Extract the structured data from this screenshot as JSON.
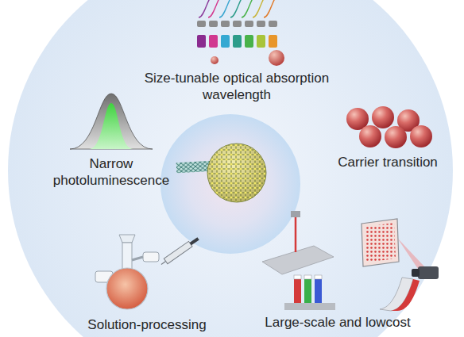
{
  "diagram": {
    "labels": [
      "Size-tunable optical absorption wavelength",
      "Narrow photoluminescence",
      "Carrier transition",
      "Solution-processing",
      "Large-scale and lowcost"
    ]
  }
}
